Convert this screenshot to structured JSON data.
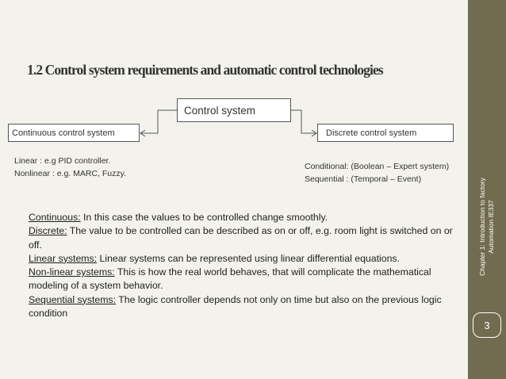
{
  "slide": {
    "title": "1.2 Control system requirements and automatic control technologies",
    "diagram": {
      "root": "Control system",
      "left_branch": "Continuous control system",
      "right_branch": "Discrete control system"
    },
    "left_notes": [
      "Linear : e.g PID controller.",
      "Nonlinear : e.g. MARC, Fuzzy."
    ],
    "right_notes": [
      "Conditional: (Boolean – Expert system)",
      "Sequential : (Temporal – Event)"
    ],
    "definitions": {
      "continuous": {
        "term": "Continuous:",
        "text": " In this case the values to be controlled change smoothly."
      },
      "discrete": {
        "term": "Discrete:",
        "text": " The value to be controlled can be described as on or off, e.g. room light is switched on or off."
      },
      "linear": {
        "term": "Linear systems:",
        "text": " Linear systems can be represented using linear differential equations."
      },
      "nonlinear": {
        "term": "Non-linear systems:",
        "text": " This is how the real world behaves, that will complicate the mathematical modeling of a system behavior."
      },
      "sequential": {
        "term": "Sequential systems:",
        "text": " The logic controller depends not only on time but also on the previous logic condition"
      }
    }
  },
  "sidebar": {
    "chapter_line1": "Chapter 1: Introduction to factory",
    "chapter_line2": "Automation IE337",
    "page_number": "3"
  },
  "colors": {
    "sidebar": "#716c4f",
    "background": "#f3f2ed"
  }
}
